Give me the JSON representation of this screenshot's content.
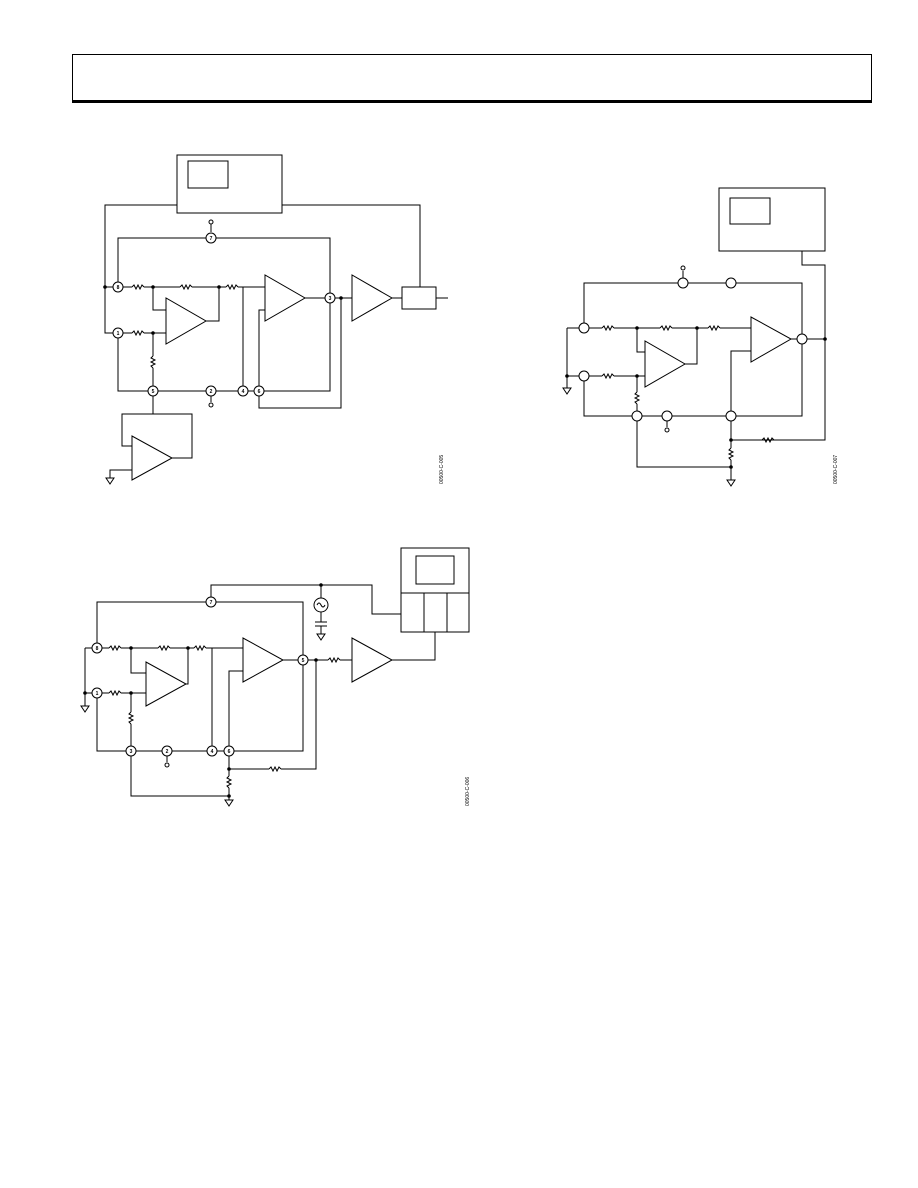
{
  "header": {
    "title": ""
  },
  "figures": [
    {
      "id": "test-circuit-a",
      "pin_labels": [
        "7",
        "8",
        "1",
        "5",
        "2",
        "4",
        "6",
        "3"
      ],
      "figure_code": "00500-C-005"
    },
    {
      "id": "test-circuit-b",
      "figure_code": "00500-C-007"
    },
    {
      "id": "test-circuit-c",
      "pin_labels": [
        "7",
        "8",
        "1",
        "3",
        "2",
        "4",
        "6",
        "5"
      ],
      "figure_code": "00500-C-006"
    }
  ]
}
